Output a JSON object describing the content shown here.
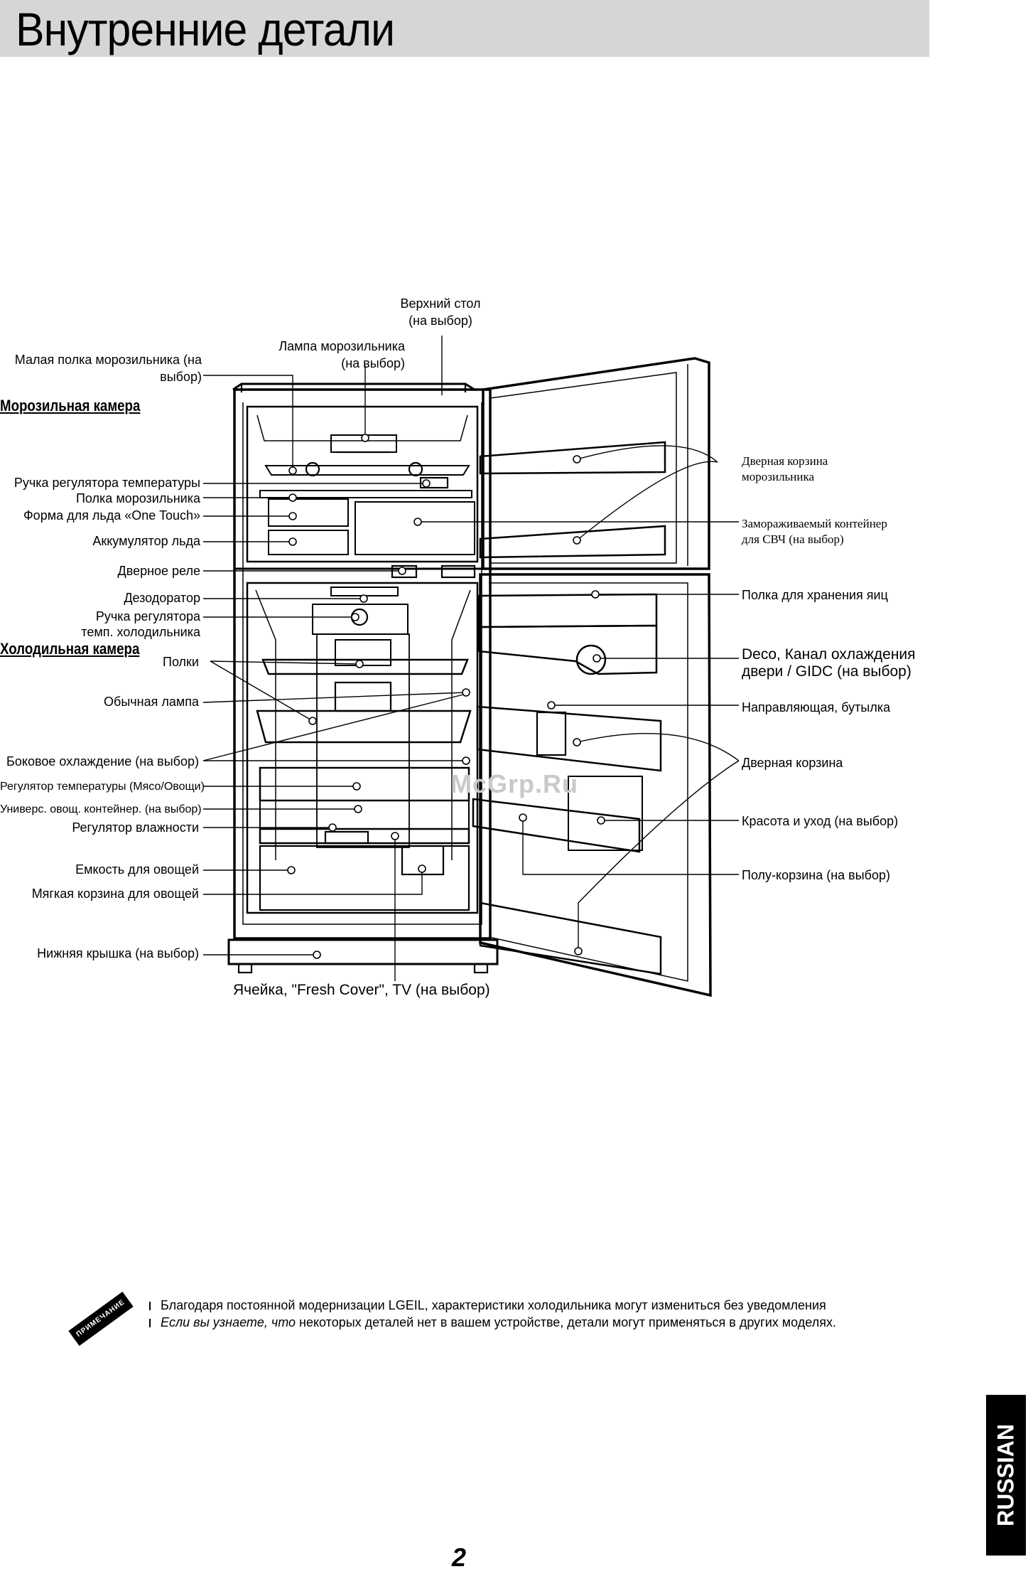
{
  "page": {
    "title": "Внутренние детали",
    "page_number": "2",
    "language_tab": "RUSSIAN",
    "watermark": "McGrp.Ru"
  },
  "sections": {
    "freezer": "Морозильная камера",
    "fridge": "Холодильная камера"
  },
  "labels_left": {
    "small_shelf": "Малая полка морозильника (на выбор)",
    "temp_knob": "Ручка регулятора температуры",
    "freezer_shelf": "Полка морозильника",
    "ice_tray": "Форма для льда «One Touch»",
    "ice_bank": "Аккумулятор льда",
    "door_switch": "Дверное реле",
    "deodorizer": "Дезодоратор",
    "fridge_temp_knob_1": "Ручка регулятора",
    "fridge_temp_knob_2": "темп. холодильника",
    "shelves": "Полки",
    "lamp": "Обычная лампа",
    "side_cooling": "Боковое охлаждение (на выбор)",
    "meat_veg_control": "Регулятор температуры (Мясо/Овощи)",
    "multi_veg": "Универс. овощ. контейнер. (на выбор)",
    "humidity": "Регулятор влажности",
    "veg_container": "Емкость для овощей",
    "soft_basket": "Мягкая корзина для овощей",
    "bottom_cover": "Нижняя крышка (на выбор)"
  },
  "labels_top": {
    "top_table_1": "Верхний стол",
    "top_table_2": "(на выбор)",
    "freezer_lamp_1": "Лампа морозильника",
    "freezer_lamp_2": "(на выбор)"
  },
  "labels_right": {
    "freezer_door_basket_1": "Дверная корзина",
    "freezer_door_basket_2": "морозильника",
    "freezable_container_1": "Замораживаемый контейнер",
    "freezable_container_2": "для СВЧ (на выбор)",
    "egg_shelf": "Полка для хранения яиц",
    "deco_1": "Deco, Канал охлаждения",
    "deco_2": "двери / GIDC (на выбор)",
    "bottle_guide": "Направляющая, бутылка",
    "door_basket": "Дверная корзина",
    "beauty_care": "Красота и уход (на выбор)",
    "half_basket": "Полу-корзина (на выбор)"
  },
  "labels_bottom": {
    "cell": "Ячейка, \"Fresh Cover\", TV (на выбор)"
  },
  "note": {
    "badge": "ПРИМЕЧАНИЕ",
    "line1": "Благодаря постоянной модернизации LGEIL, характеристики холодильника могут измениться без уведомления",
    "line2_italic": "Если вы узнаете, что",
    "line2_rest": " некоторых деталей нет в вашем устройстве, детали могут применяться в других моделях."
  }
}
